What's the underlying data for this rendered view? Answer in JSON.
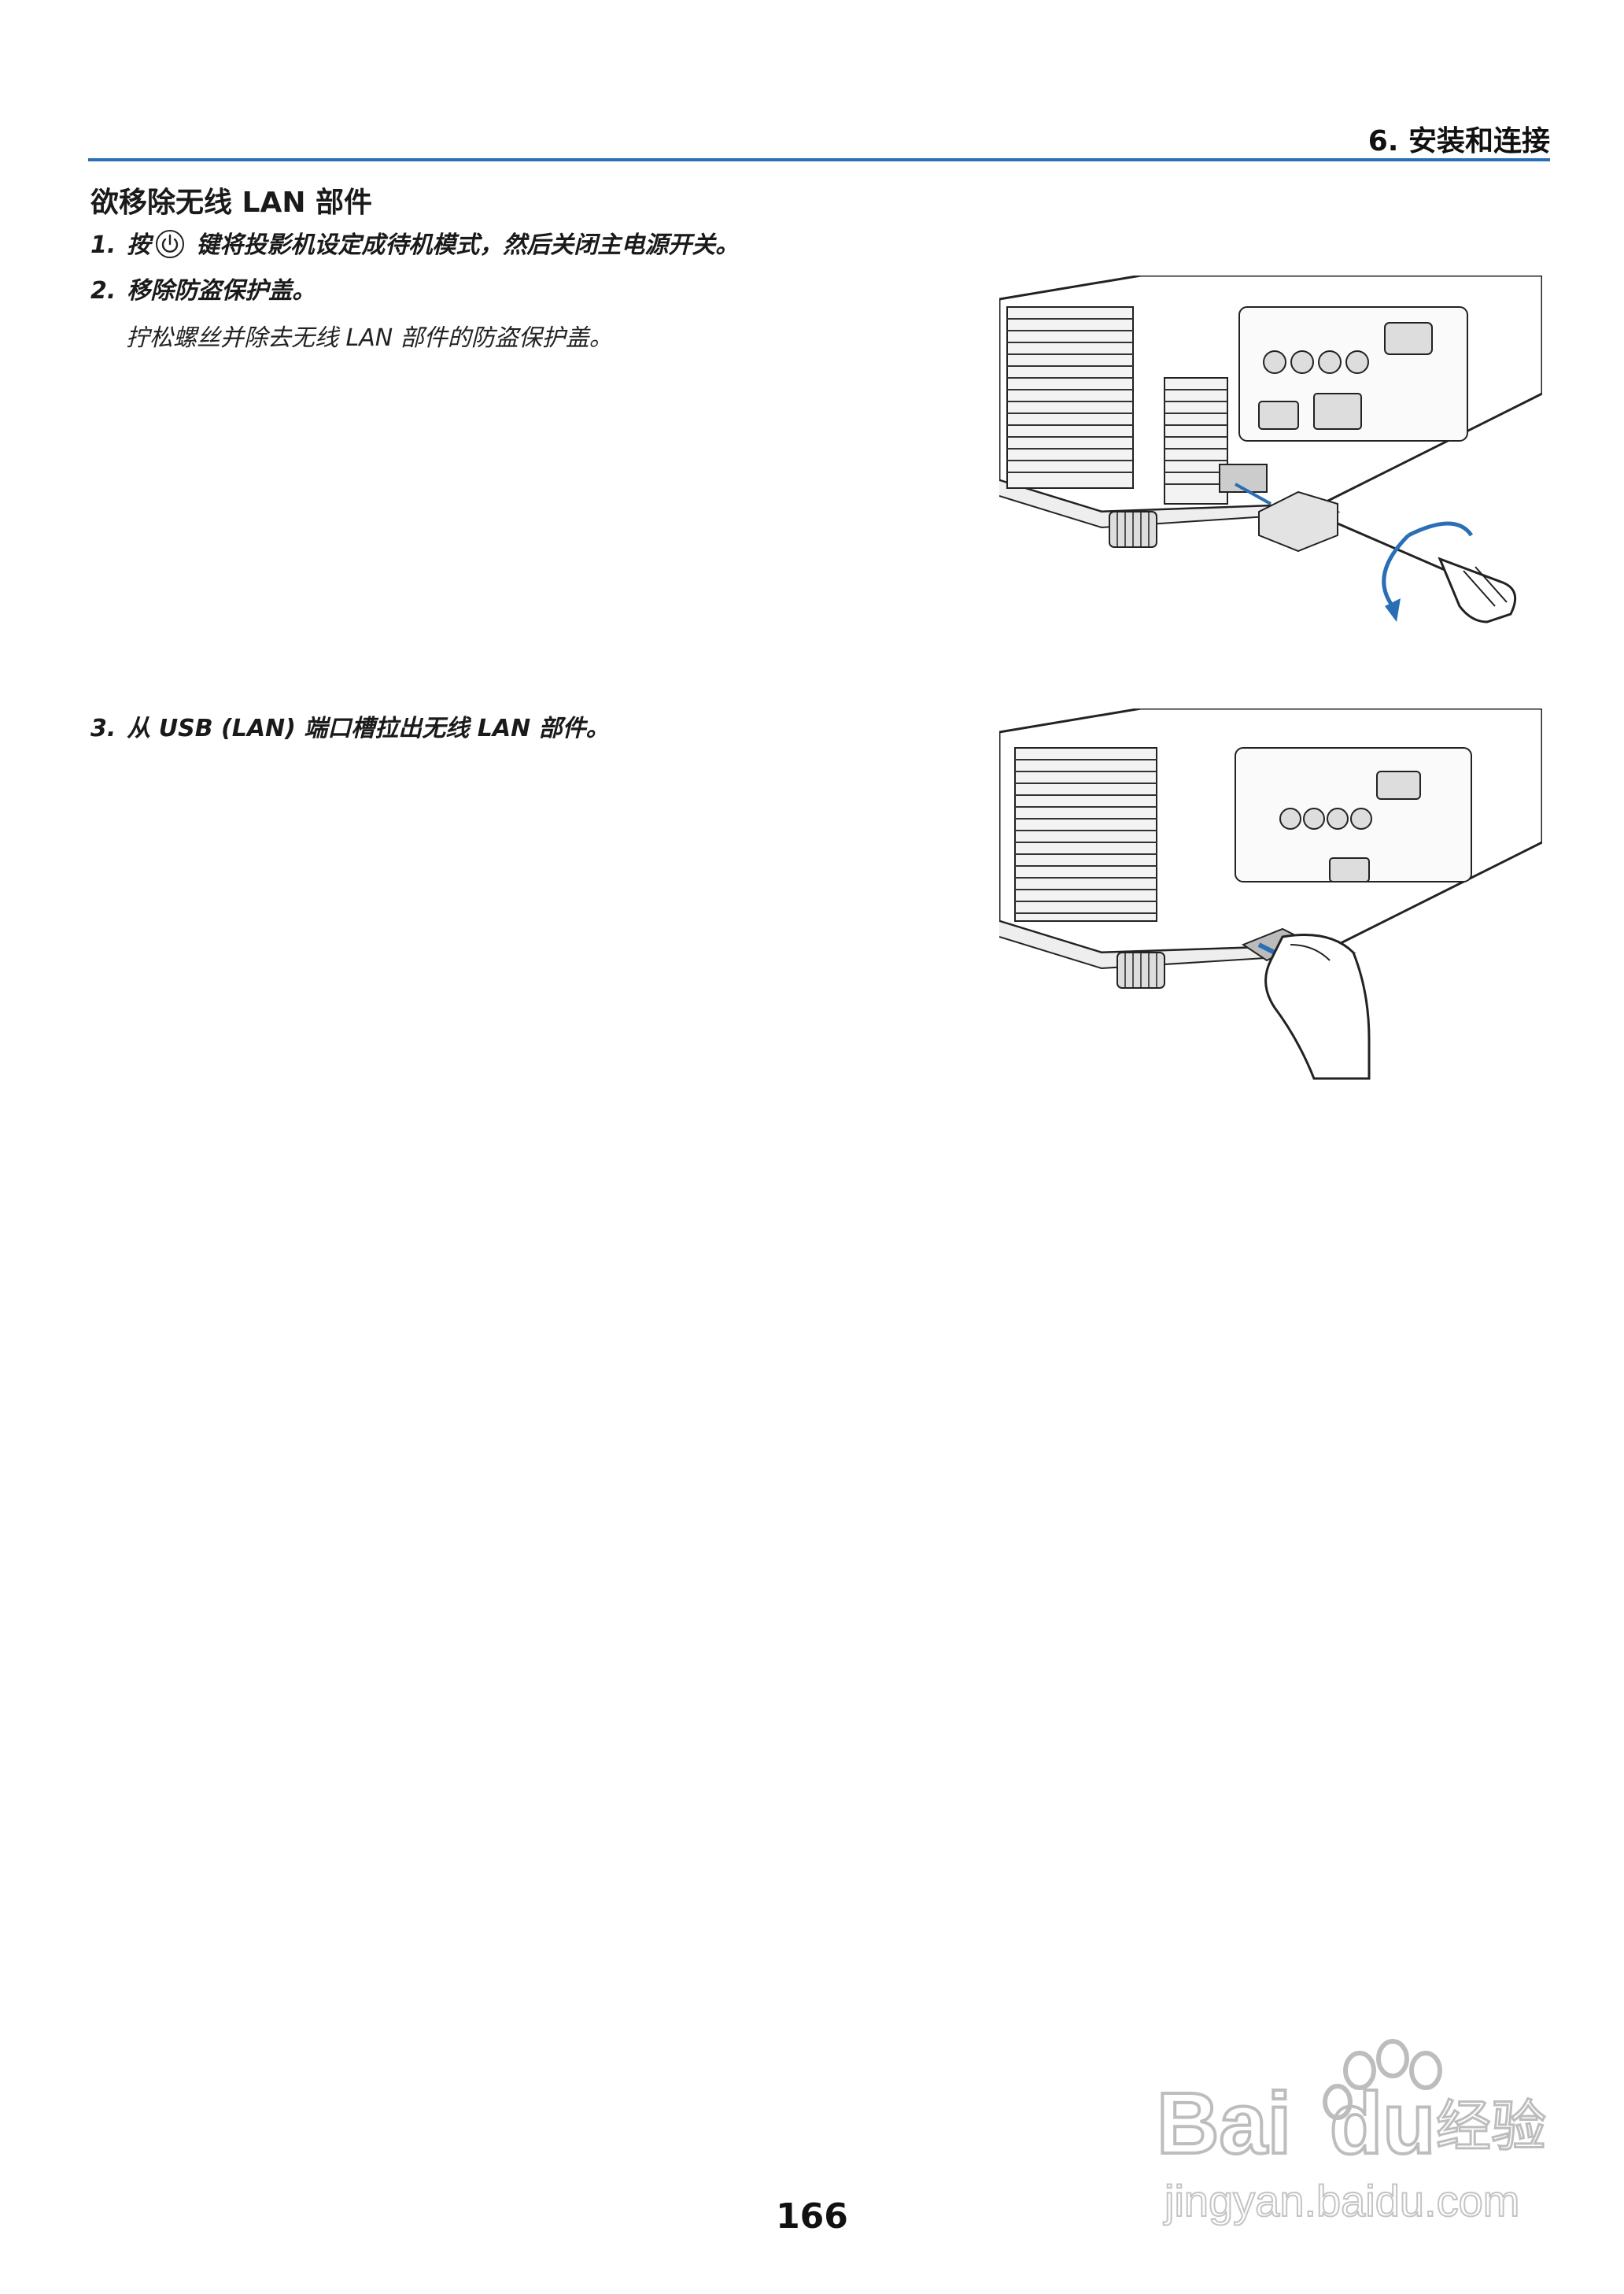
{
  "header": {
    "title": "6. 安装和连接"
  },
  "section": {
    "title": "欲移除无线 LAN 部件"
  },
  "steps": [
    {
      "num": "1.",
      "text_before": "按",
      "icon": "power-icon",
      "text_after": "键将投影机设定成待机模式，然后关闭主电源开关。"
    },
    {
      "num": "2.",
      "text": "移除防盗保护盖。",
      "sub": "拧松螺丝并除去无线 LAN 部件的防盗保护盖。"
    },
    {
      "num": "3.",
      "text": "从 USB (LAN) 端口槽拉出无线 LAN 部件。"
    }
  ],
  "illustrations": [
    {
      "name": "remove-anti-theft-cover-illustration",
      "icon": "screwdriver-icon"
    },
    {
      "name": "pull-out-wireless-lan-unit-illustration",
      "icon": "hand-icon"
    }
  ],
  "colors": {
    "accent_rule": "#2a6fb5",
    "arrow_blue": "#2a6fb5"
  },
  "page_number": "166",
  "watermark": {
    "brand": "Bai",
    "brand2": "du",
    "cn": "经验",
    "url": "jingyan.baidu.com"
  }
}
